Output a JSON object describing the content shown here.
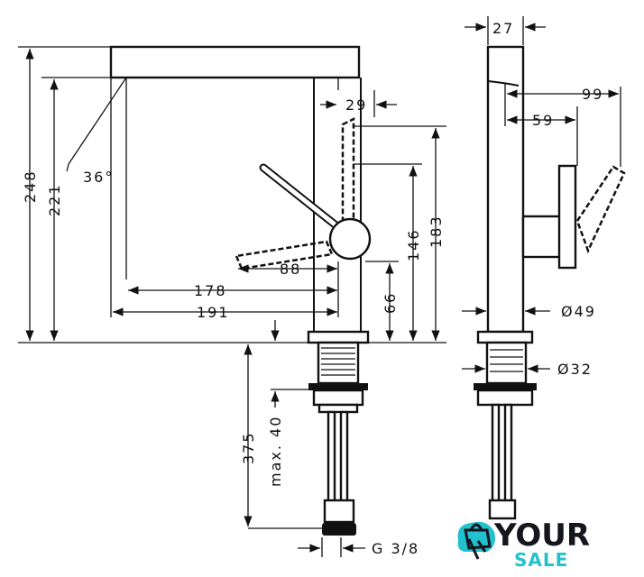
{
  "dimensions": {
    "top_width": "27",
    "reach_99": "99",
    "reach_59": "59",
    "offset_29": "29",
    "angle": "36°",
    "height_248": "248",
    "height_221": "221",
    "height_183": "183",
    "height_146": "146",
    "height_66": "66",
    "width_88": "88",
    "width_178": "178",
    "width_191": "191",
    "diameter_49": "Ø49",
    "diameter_32": "Ø32",
    "length_375": "375",
    "max_40": "max. 40",
    "thread": "G 3/8"
  },
  "logo": {
    "line1": "YOUR",
    "line2": "SALE",
    "accent": "#22c1d0"
  }
}
